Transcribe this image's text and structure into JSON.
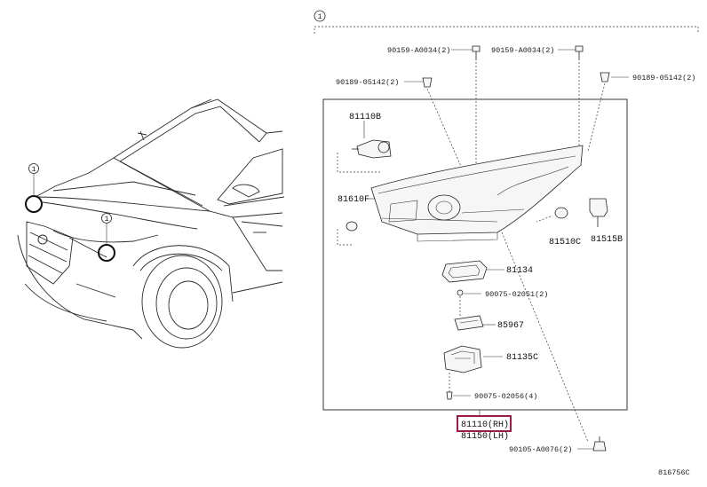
{
  "callout_symbol": "1",
  "parts": {
    "bolt_left": "90159-A0034(2)",
    "bolt_right": "90159-A0034(2)",
    "clip_left": "90189-05142(2)",
    "clip_right": "90189-05142(2)",
    "bulb": "81110B",
    "marker_bulb": "81610F",
    "socket": "81510C",
    "bulb_right": "81515B",
    "gasket": "81134",
    "screw_small": "90075-02051(2)",
    "module": "85967",
    "cover": "81135C",
    "screw_cover": "90075-02056(4)",
    "assembly_rh": "81110(RH)",
    "assembly_lh": "81150(LH)",
    "screw_bottom": "90105-A0076(2)"
  },
  "figure_code": "816756C",
  "highlight_color": "#9b1b4a"
}
